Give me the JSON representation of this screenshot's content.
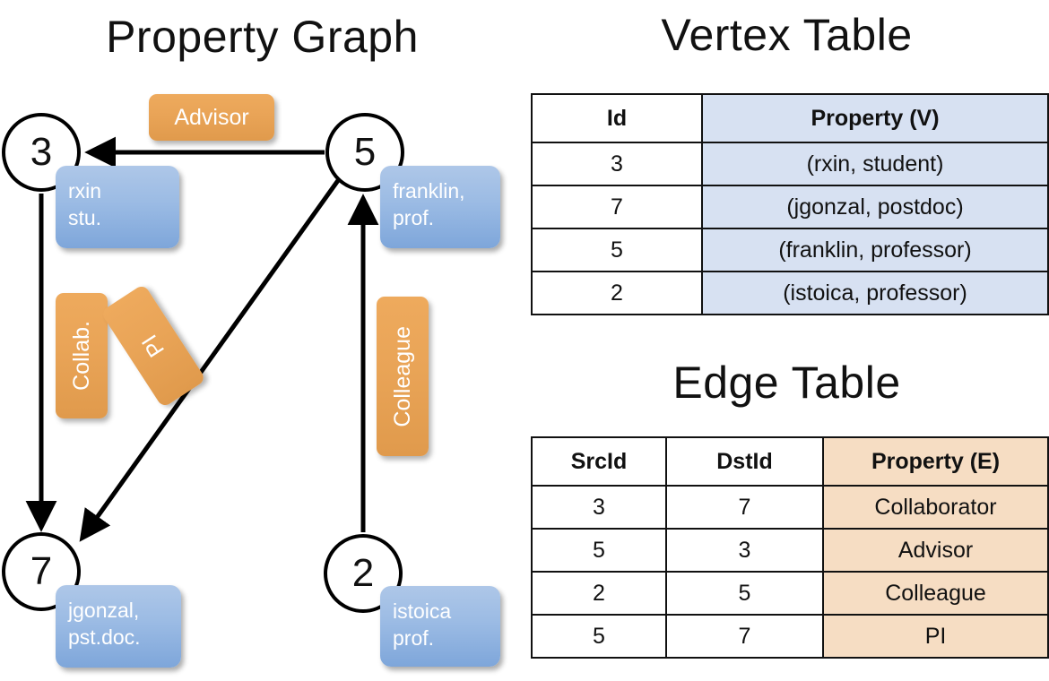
{
  "titles": {
    "graph": "Property Graph",
    "vertex_table": "Vertex Table",
    "edge_table": "Edge Table"
  },
  "graph": {
    "nodes": [
      {
        "id": "3",
        "property": "rxin\nstu."
      },
      {
        "id": "5",
        "property": "franklin,\nprof."
      },
      {
        "id": "7",
        "property": "jgonzal,\npst.doc."
      },
      {
        "id": "2",
        "property": "istoica\nprof."
      }
    ],
    "node_labels": {
      "n3": "3",
      "n5": "5",
      "n7": "7",
      "n2": "2"
    },
    "property_lines": {
      "rxin_1": "rxin",
      "rxin_2": "stu.",
      "franklin_1": "franklin,",
      "franklin_2": "prof.",
      "jgonzal_1": "jgonzal,",
      "jgonzal_2": "pst.doc.",
      "istoica_1": "istoica",
      "istoica_2": "prof."
    },
    "edge_labels": {
      "advisor": "Advisor",
      "collab": "Collab.",
      "pi": "PI",
      "colleague": "Colleague"
    },
    "edges": [
      {
        "src": "5",
        "dst": "3",
        "label": "Advisor"
      },
      {
        "src": "3",
        "dst": "7",
        "label": "Collab."
      },
      {
        "src": "5",
        "dst": "7",
        "label": "PI"
      },
      {
        "src": "2",
        "dst": "5",
        "label": "Colleague"
      }
    ]
  },
  "vertex_table": {
    "headers": [
      "Id",
      "Property (V)"
    ],
    "header_id": "Id",
    "header_property": "Property (V)",
    "rows": [
      {
        "id": "3",
        "property": "(rxin, student)"
      },
      {
        "id": "7",
        "property": "(jgonzal, postdoc)"
      },
      {
        "id": "5",
        "property": "(franklin, professor)"
      },
      {
        "id": "2",
        "property": "(istoica, professor)"
      }
    ]
  },
  "edge_table": {
    "headers": [
      "SrcId",
      "DstId",
      "Property (E)"
    ],
    "header_src": "SrcId",
    "header_dst": "DstId",
    "header_property": "Property (E)",
    "rows": [
      {
        "src": "3",
        "dst": "7",
        "property": "Collaborator"
      },
      {
        "src": "5",
        "dst": "3",
        "property": "Advisor"
      },
      {
        "src": "2",
        "dst": "5",
        "property": "Colleague"
      },
      {
        "src": "5",
        "dst": "7",
        "property": "PI"
      }
    ]
  },
  "colors": {
    "vertex_property_fill": "#d7e1f2",
    "edge_property_fill": "#f6ddc3",
    "node_property_box": "#9bbbe4",
    "edge_label_box": "#e9a457",
    "line": "#000000",
    "background": "#ffffff"
  }
}
